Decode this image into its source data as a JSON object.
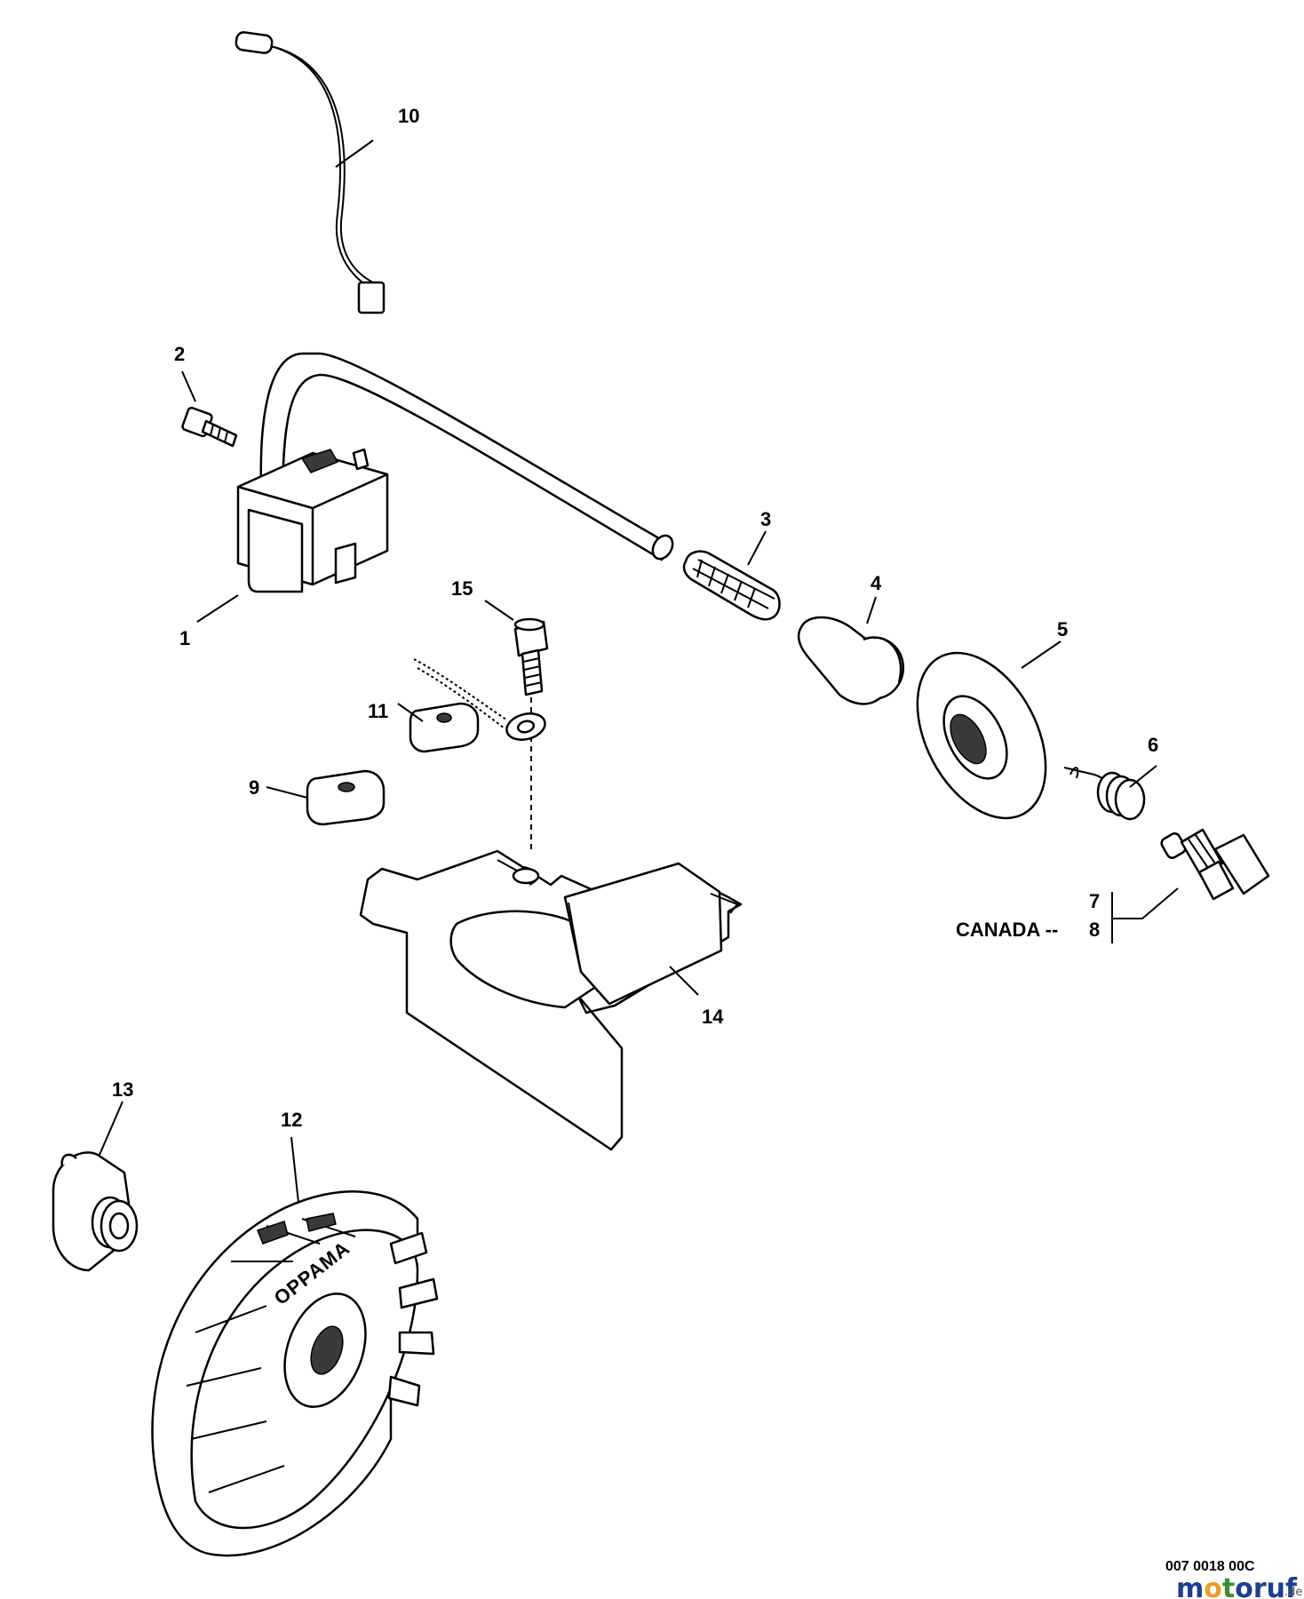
{
  "callouts": {
    "c1": "1",
    "c2": "2",
    "c3": "3",
    "c4": "4",
    "c5": "5",
    "c6": "6",
    "c7": "7",
    "c8": "8",
    "c9": "9",
    "c10": "10",
    "c11": "11",
    "c12": "12",
    "c13": "13",
    "c14": "14",
    "c15": "15"
  },
  "canada_note": "CANADA --",
  "flywheel_brand": "OPPAMA",
  "drawing_id": "007 0018 00C",
  "watermark": {
    "text": "motoruf",
    "suffix": ".de"
  },
  "colors": {
    "watermark_m": "#1d3f8f",
    "watermark_o": "#e8a020",
    "watermark_t": "#3c8f2f",
    "watermark_rest": "#1d3f8f"
  }
}
